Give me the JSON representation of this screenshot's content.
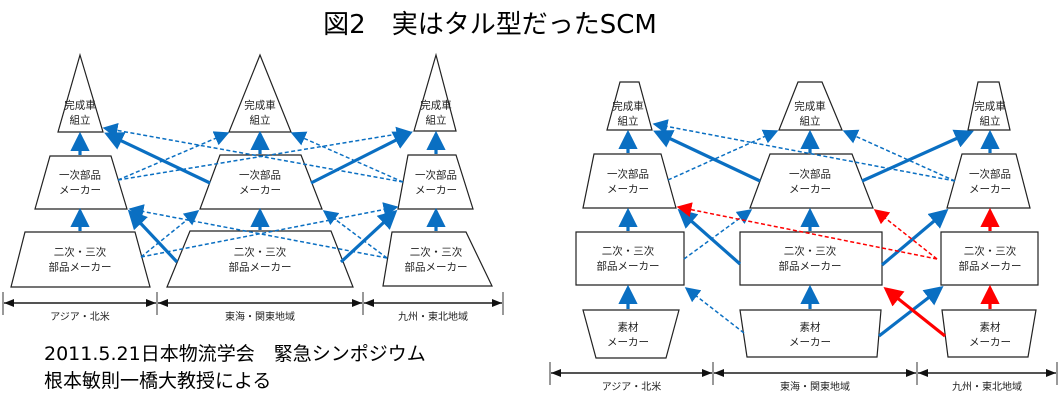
{
  "title": "図2　実はタル型だったSCM",
  "source": {
    "line1": "2011.5.21日本物流学会　緊急シンポジウム",
    "line2": "根本敏則一橋大教授による"
  },
  "colors": {
    "blue": "#0a6fc2",
    "red": "#ff0000",
    "outline": "#222222"
  },
  "left_diagram": {
    "regions": [
      "アジア・北米",
      "東海・関東地域",
      "九州・東北地域"
    ],
    "columns": [
      {
        "assembly": [
          "完成車",
          "組立"
        ],
        "tier1": [
          "一次部品",
          "メーカー"
        ],
        "tier2": [
          "二次・三次",
          "部品メーカー"
        ]
      },
      {
        "assembly": [
          "完成車",
          "組立"
        ],
        "tier1": [
          "一次部品",
          "メーカー"
        ],
        "tier2": [
          "二次・三次",
          "部品メーカー"
        ]
      },
      {
        "assembly": [
          "完成車",
          "組立"
        ],
        "tier1": [
          "一次部品",
          "メーカー"
        ],
        "tier2": [
          "二次・三次",
          "部品メーカー"
        ]
      }
    ]
  },
  "right_diagram": {
    "regions": [
      "アジア・北米",
      "東海・関東地域",
      "九州・東北地域"
    ],
    "columns": [
      {
        "assembly": [
          "完成車",
          "組立"
        ],
        "tier1": [
          "一次部品",
          "メーカー"
        ],
        "tier2": [
          "二次・三次",
          "部品メーカー"
        ],
        "material": [
          "素材",
          "メーカー"
        ]
      },
      {
        "assembly": [
          "完成車",
          "組立"
        ],
        "tier1": [
          "一次部品",
          "メーカー"
        ],
        "tier2": [
          "二次・三次",
          "部品メーカー"
        ],
        "material": [
          "素材",
          "メーカー"
        ]
      },
      {
        "assembly": [
          "完成車",
          "組立"
        ],
        "tier1": [
          "一次部品",
          "メーカー"
        ],
        "tier2": [
          "二次・三次",
          "部品メーカー"
        ],
        "material": [
          "素材",
          "メーカー"
        ]
      }
    ]
  }
}
